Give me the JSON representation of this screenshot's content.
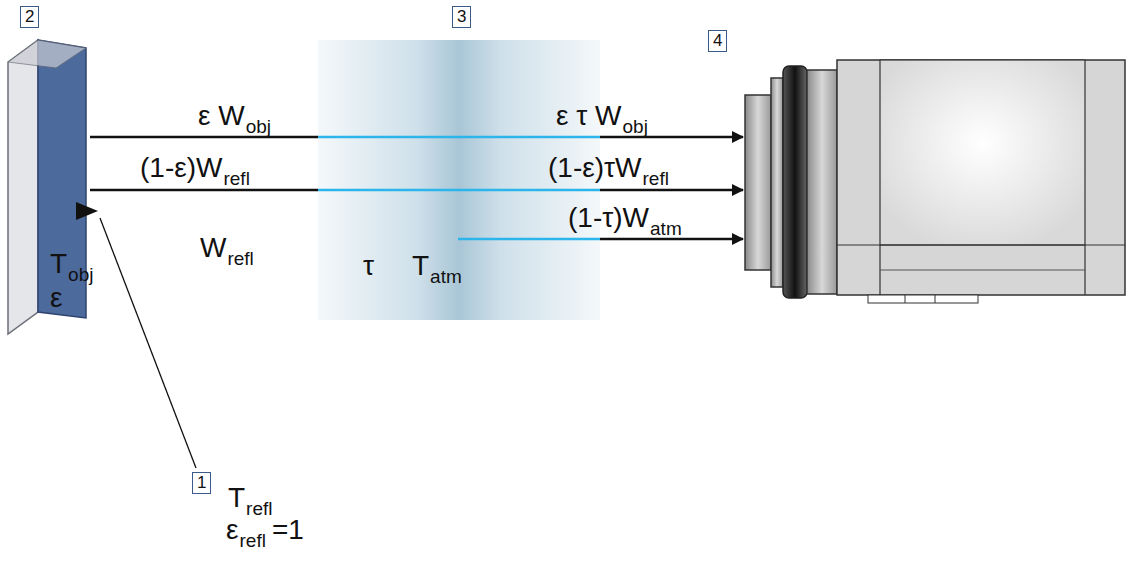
{
  "diagram": {
    "nodes": [
      {
        "text": [
          "T",
          "obj",
          "ε"
        ]
      },
      {
        "text": [
          "τ",
          "T",
          "atm"
        ]
      }
    ],
    "labels": [
      "ε W",
      "obj",
      "(1-ε)W",
      "refl",
      "ε τ W",
      "obj",
      "(1-ε)τW",
      "refl",
      "(1-τ)W",
      "atm",
      "W",
      "refl",
      "1",
      "2",
      "3",
      "4",
      "T",
      "refl",
      "ε",
      "refl",
      "=1"
    ]
  }
}
